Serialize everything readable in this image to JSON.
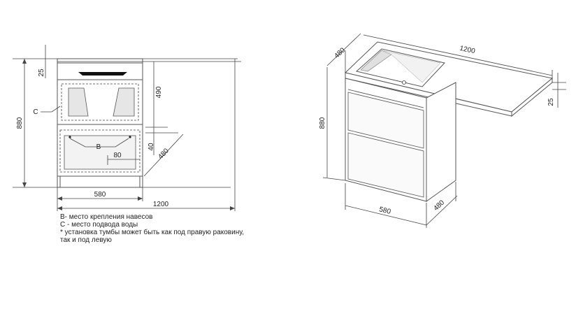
{
  "front_view": {
    "dims": {
      "height_total": "880",
      "top_thickness": "25",
      "sink_depth": "490",
      "gap": "40",
      "depth": "480",
      "offset_b": "80",
      "cabinet_width": "580",
      "total_width": "1200"
    },
    "labels": {
      "mark_c": "C",
      "mark_b": "B"
    }
  },
  "iso_view": {
    "dims": {
      "total_width": "1200",
      "depth_top": "480",
      "height_total": "880",
      "top_thickness": "25",
      "cabinet_width": "580",
      "cabinet_depth": "480"
    }
  },
  "legend": {
    "line1": "B- место крепления навесов",
    "line2": "C - место подвода воды",
    "line3": "* установка тумбы может быть как под правую раковину,",
    "line4": "   так и под левую"
  }
}
